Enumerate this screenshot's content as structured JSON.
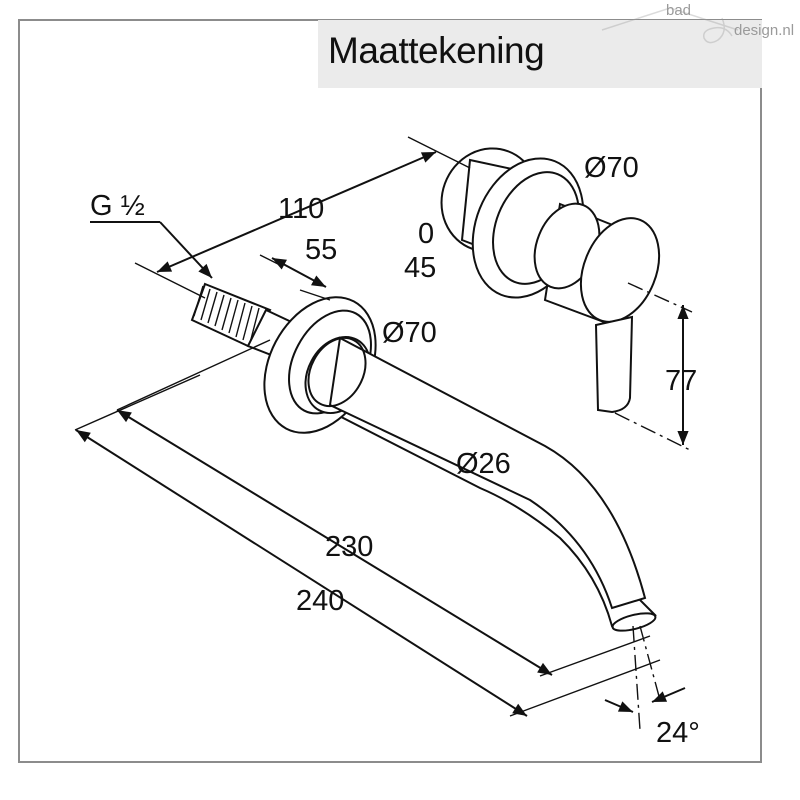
{
  "header": {
    "title": "Maattekening"
  },
  "watermark": {
    "part1": "bad",
    "part2": "design.nl"
  },
  "dimensions": {
    "thread": "G ½",
    "d110": "110",
    "d55": "55",
    "rosette_valve": "Ø70",
    "rosette_spout": "Ø70",
    "range_a": "0",
    "range_b": "45",
    "d77": "77",
    "spout_diameter": "Ø26",
    "d230": "230",
    "d240": "240",
    "angle": "24°"
  }
}
